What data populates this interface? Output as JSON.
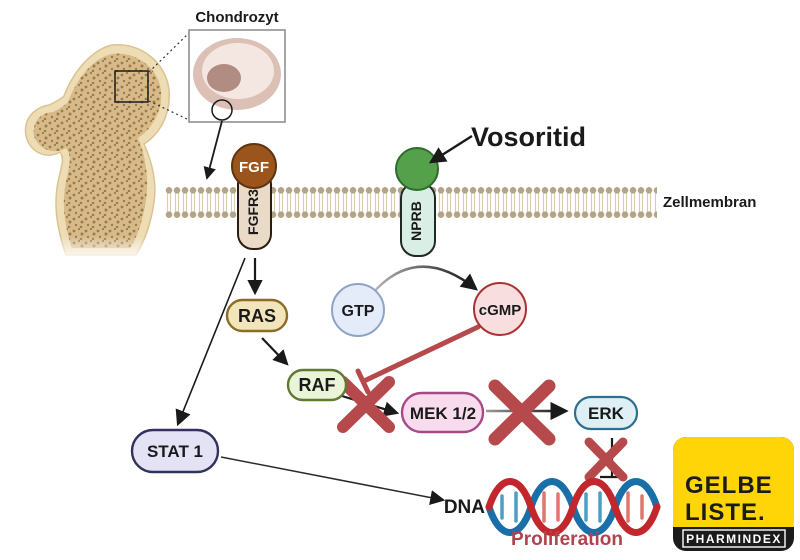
{
  "labels": {
    "chondrocyte": "Chondrozyt",
    "drug": "Vosoritid",
    "membrane": "Zellmembran",
    "ligand": "FGF",
    "receptor_fgfr3": "FGFR3",
    "receptor_nprb": "NPRB",
    "ras": "RAS",
    "gtp": "GTP",
    "cgmp": "cGMP",
    "raf": "RAF",
    "mek": "MEK 1/2",
    "erk": "ERK",
    "stat1": "STAT 1",
    "dna": "DNA",
    "proliferation": "Proliferation"
  },
  "logo": {
    "line1": "GELBE",
    "line2": "LISTE.",
    "sub": "PHARMINDEX"
  },
  "colors": {
    "inhibition_red": "#b5494b",
    "proliferation_red": "#b2434e",
    "membrane_tan": "#b2a489",
    "fgf_brown": "#9b551c",
    "nprb_green": "#55a04b",
    "logo_yellow": "#ffd508",
    "dna_red": "#c1272d",
    "dna_blue": "#1a6fa8"
  }
}
